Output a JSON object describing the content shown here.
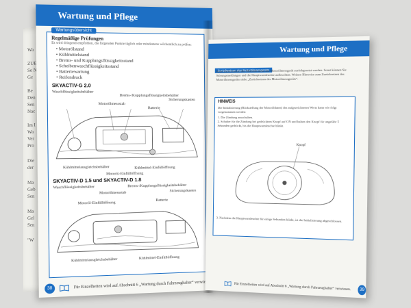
{
  "left_page": {
    "header": "Wartung und Pflege",
    "tab_label": "Wartungsübersicht",
    "subtitle": "Regelmäßige Prüfungen",
    "intro": "Es wird dringend empfohlen, die folgenden Punkte täglich oder mindestens wöchentlich zu prüfen:",
    "check_items": [
      "Motorölstand",
      "Kühlmittelstand",
      "Brems- und Kupplungsflüssigkeitsstand",
      "Scheibenwaschflüssigkeitsstand",
      "Batteriewartung",
      "Reifendruck"
    ],
    "engine1": {
      "title": "SKYACTIV-G 2.0",
      "labels": {
        "washer": "Waschflüssigkeitsbehälter",
        "brake": "Brems-/Kupplungsflüssigkeitsbehälter",
        "dipstick": "Motorölmessstab",
        "fuse": "Sicherungskasten",
        "battery": "Batterie",
        "coolant_tank": "Kühlmittelausgleichsbehälter",
        "oil_filler": "Motoröl-Einfüllöffnung",
        "coolant_filler": "Kühlmittel-Einfüllöffnung"
      }
    },
    "engine2": {
      "title": "SKYACTIV-D 1.5 und SKYACTIV-D 1.8",
      "labels": {
        "washer": "Waschflüssigkeitsbehälter",
        "brake": "Brems-/Kupplungsflüssigkeitsbehälter",
        "dipstick": "Motorölmessstab",
        "fuse": "Sicherungskasten",
        "oil_filler": "Motoröl-Einfüllöffnung",
        "battery": "Batterie",
        "coolant_tank": "Kühlmittelausgleichsbehälter",
        "coolant_filler": "Kühlmittel-Einfüllöffnung"
      }
    },
    "page_number": "38",
    "footer": "Für Einzelheiten wird auf Abschnitt 6 „Wartung durch Fahrzeughalter“ verwiesen."
  },
  "right_page": {
    "header": "Wartung und Pflege",
    "tab_label": "Zurücksetzen des Motorölmessgeräts",
    "paragraph": "Beim Zurücksetzen des Motoröls muss das Motorölmessgerät zurückgesetzt werden. Sonst können Sie Störungsmeldungen und die Hauptwarnleuchte aufleuchten. Weitere Hinweise zum Zurücksetzen des Motorölmessgeräts siehe „Zurücksetzen des Motorölmessgeräts“.",
    "hinweis_title": "HINWEIS",
    "hinweis_text": "Die Initialisierung (Rückstellung der Motoröldaten) des aufgezeichneten Werts kann wie folgt vorgenommen werden:",
    "steps": [
      "1. Die Zündung ausschalten.",
      "2. Schalter für die Zündung bei gedrücktem Knopf auf ON und halten den Knopf für ungefähr 5 Sekunden gedrückt, bis die Hauptwarnleuchte blinkt."
    ],
    "warn_label": "Knopf",
    "step3": "3. Nachdem die Hauptwarnleuchte für einige Sekunden blinkt, ist die Initialisierung abgeschlossen.",
    "page_number": "39",
    "footer": "Für Einzelheiten wird auf Abschnitt 6 „Wartung durch Fahrzeughalter“ verwiesen."
  },
  "back_pages": {
    "fragments": [
      "Wa",
      "ZUE",
      "Se N",
      "Ge",
      "Be",
      "Den",
      "Sen",
      "Nac",
      "Im I",
      "Wa",
      "Ver",
      "Pro",
      "Die",
      "der",
      "Ma",
      "Geb",
      "Sen",
      "Ma",
      "Gel",
      "Sen",
      "\"W"
    ]
  },
  "colors": {
    "accent": "#1d6fc4",
    "paper": "#f7f7f3",
    "background": "#dcdcda"
  }
}
